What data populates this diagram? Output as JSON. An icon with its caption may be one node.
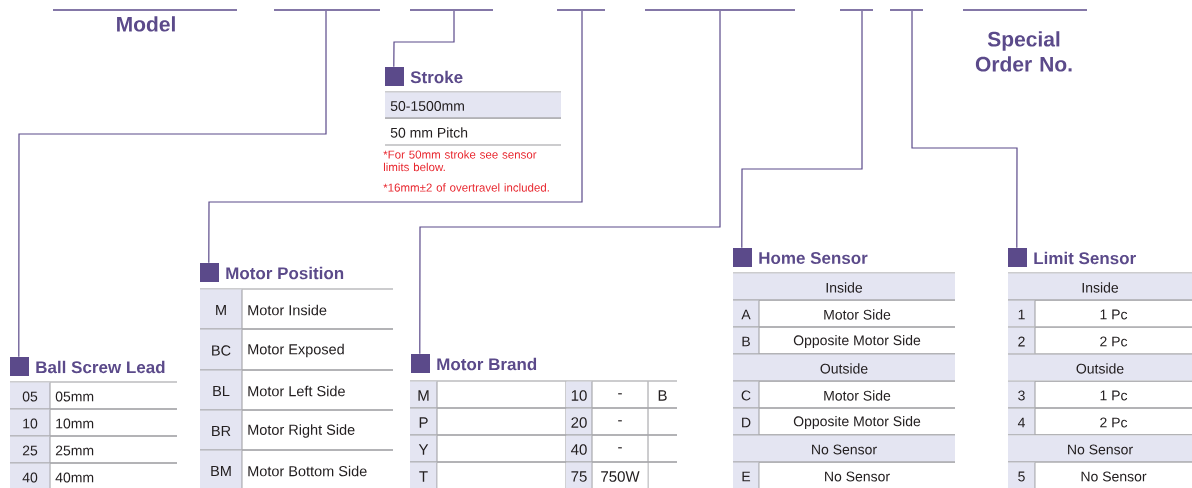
{
  "diagram": {
    "nodes": [
      {
        "text": [
          "Model"
        ]
      },
      {
        "text": [],
        "shape": "bar"
      },
      {
        "text": [],
        "shape": "bar"
      },
      {
        "text": [],
        "shape": "bar"
      },
      {
        "text": [],
        "shape": "bar"
      },
      {
        "text": [],
        "shape": "bar"
      },
      {
        "text": [],
        "shape": "bar"
      },
      {
        "text": [
          "Special Order No."
        ]
      },
      {
        "text": [
          "Stroke",
          "50-1500mm",
          "50 mm Pitch",
          "*For 50mm stroke see sensor limits below.",
          "*16mm±2 of overtravel included."
        ]
      },
      {
        "text": [
          "Home Sensor",
          "Inside",
          "A",
          "Motor Side",
          "B",
          "Opposite Motor Side",
          "Outside",
          "C",
          "Motor Side",
          "D",
          "Opposite Motor Side",
          "No Sensor",
          "E",
          "No Sensor"
        ]
      },
      {
        "text": [
          "Limit Sensor",
          "Inside",
          "1",
          "1 Pc",
          "2",
          "2 Pc",
          "Outside",
          "3",
          "1 Pc",
          "4",
          "2 Pc",
          "No Sensor",
          "5",
          "No Sensor"
        ]
      },
      {
        "text": [
          "Motor Position",
          "M",
          "Motor Inside",
          "BC",
          "Motor Exposed",
          "BL",
          "Motor Left Side",
          "BR",
          "Motor Right Side",
          "BM",
          "Motor Bottom Side"
        ]
      },
      {
        "text": [
          "Motor Brand",
          "M",
          "10",
          "-",
          "B",
          "P",
          "20",
          "-",
          "Y",
          "40",
          "-",
          "T",
          "75",
          "750W"
        ]
      },
      {
        "text": [
          "Ball Screw Lead",
          "05",
          "05mm",
          "10",
          "10mm",
          "25",
          "25mm",
          "40",
          "40mm"
        ]
      }
    ],
    "edges": [
      {
        "from": 1,
        "to": 13,
        "arrow": "none"
      },
      {
        "from": 2,
        "to": 8,
        "arrow": "none"
      },
      {
        "from": 3,
        "to": 11,
        "arrow": "none"
      },
      {
        "from": 4,
        "to": 12,
        "arrow": "none"
      },
      {
        "from": 5,
        "to": 9,
        "arrow": "none"
      },
      {
        "from": 6,
        "to": 10,
        "arrow": "none"
      }
    ]
  }
}
